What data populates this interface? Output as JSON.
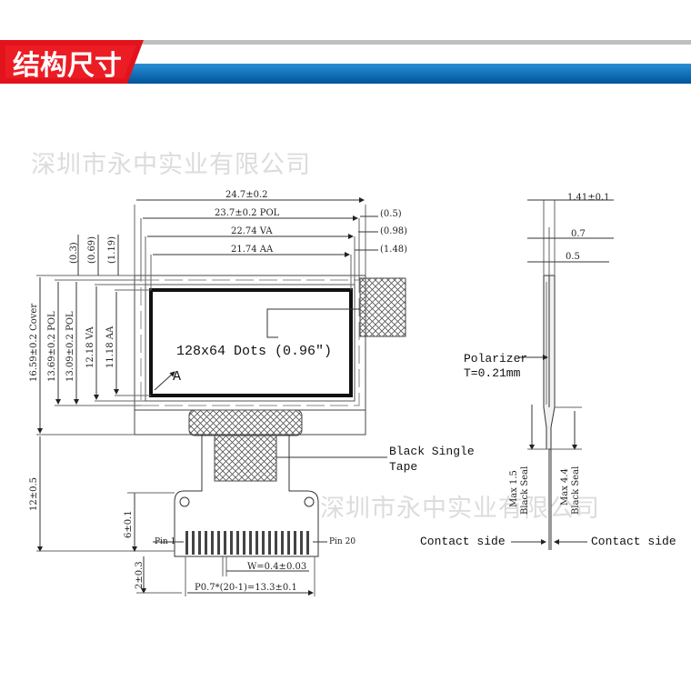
{
  "header": {
    "title": "结构尺寸",
    "title_bg": "#e3131d",
    "bar_color": "#0069b4"
  },
  "watermark": {
    "top": "深圳市永中实业有限公司",
    "bottom": "深圳市永中实业有限公司"
  },
  "front_view": {
    "dims_top": [
      "24.7±0.2",
      "23.7±0.2 POL",
      "22.74 VA",
      "21.74 AA"
    ],
    "dims_right": [
      "(0.5)",
      "(0.98)",
      "(1.48)"
    ],
    "dims_left_small": [
      "(0.3)",
      "(0.69)",
      "(1.19)"
    ],
    "dims_left_vertical": [
      "16.59±0.2 Cover",
      "13.69±0.2 POL",
      "13.09±0.2 POL",
      "12.18 VA",
      "11.18 AA"
    ],
    "dims_fpc": [
      "12±0.5",
      "6±0.1",
      "2±0.3"
    ],
    "display_label": "128x64 Dots (0.96\")",
    "point_label": "A",
    "pin_left": "Pin 1",
    "pin_right": "Pin 20",
    "pin_width": "W=0.4±0.03",
    "pin_pitch": "P0.7*(20-1)=13.3±0.1",
    "tape_label_1": "Black Single",
    "tape_label_2": "Tape"
  },
  "side_view": {
    "dims": [
      "1.41±0.1",
      "0.7",
      "0.5"
    ],
    "polarizer_1": "Polarizer",
    "polarizer_2": "T=0.21mm",
    "seal_1": "Max 1.5",
    "seal_1b": "Black Seal",
    "seal_2": "Max 4.4",
    "seal_2b": "Black Seal",
    "contact_left": "Contact side",
    "contact_right": "Contact side"
  }
}
